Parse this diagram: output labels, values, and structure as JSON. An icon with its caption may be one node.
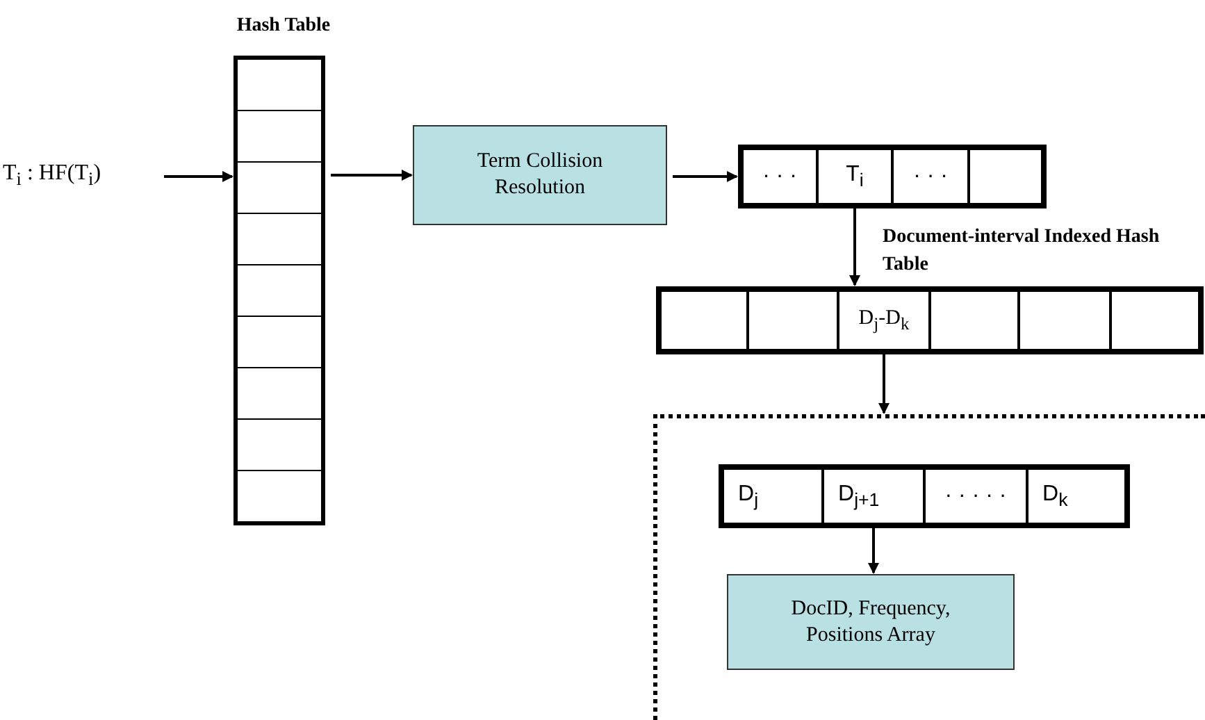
{
  "diagram": {
    "nodes": [
      {
        "text": [
          "T$_{i}$ : HF(T$_{i}$)"
        ]
      },
      {
        "text": [
          "Hash Table"
        ]
      },
      {
        "text": [
          "Term Collision Resolution"
        ]
      },
      {
        "text": [],
        "shape": "box"
      },
      {
        "text": [
          "· · ·"
        ],
        "in": 3
      },
      {
        "text": [
          "T$_{i}$"
        ],
        "in": 3
      },
      {
        "text": [
          "· · ·"
        ],
        "in": 3
      },
      {
        "text": [],
        "shape": "box",
        "in": 3
      },
      {
        "text": [
          "Document-interval Indexed Hash Table"
        ]
      },
      {
        "text": [],
        "shape": "box",
        "in": 8
      },
      {
        "text": [],
        "shape": "box",
        "in": 8
      },
      {
        "text": [
          "D$_{j}$-D$_{k}$"
        ],
        "in": 8
      },
      {
        "text": [],
        "shape": "box",
        "in": 8
      },
      {
        "text": [],
        "shape": "box",
        "in": 8
      },
      {
        "text": [],
        "shape": "box",
        "in": 8
      },
      {
        "text": [],
        "shape": "box"
      },
      {
        "text": [],
        "shape": "box",
        "in": 15
      },
      {
        "text": [
          "D$_{j}$"
        ],
        "in": 16
      },
      {
        "text": [
          "D$_{j+1}$"
        ],
        "in": 16
      },
      {
        "text": [
          "· · · · ·"
        ],
        "in": 16
      },
      {
        "text": [
          "D$_{k}$"
        ],
        "in": 16
      },
      {
        "text": [
          "DocID, Frequency, Positions Array"
        ],
        "in": 15
      }
    ],
    "edges": [
      {
        "from": 0,
        "to": 1,
        "arrow": "to"
      },
      {
        "from": 1,
        "to": 2,
        "arrow": "to"
      },
      {
        "from": 2,
        "to": 3,
        "arrow": "to"
      },
      {
        "from": 5,
        "to": 11,
        "arrow": "to"
      },
      {
        "from": 11,
        "to": 15,
        "arrow": "to"
      },
      {
        "from": 18,
        "to": 21,
        "arrow": "to"
      }
    ]
  }
}
